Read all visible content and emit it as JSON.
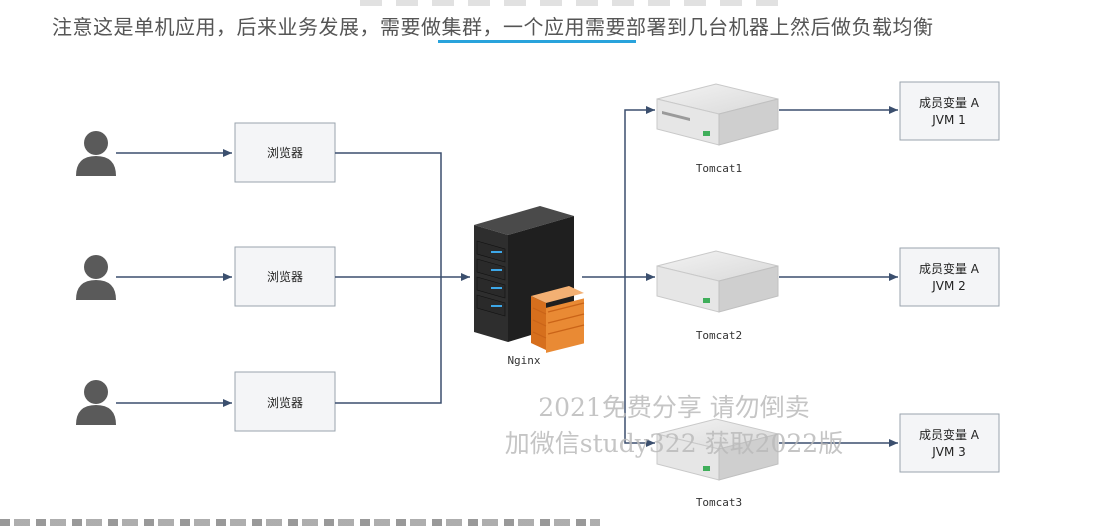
{
  "note": {
    "text": "注意这是单机应用，后来业务发展，需要做集群，一个应用需要部署到几台机器上然后做负载均衡"
  },
  "browsers": [
    {
      "label": "浏览器"
    },
    {
      "label": "浏览器"
    },
    {
      "label": "浏览器"
    }
  ],
  "nginx": {
    "label": "Nginx"
  },
  "tomcats": [
    {
      "label": "Tomcat1"
    },
    {
      "label": "Tomcat2"
    },
    {
      "label": "Tomcat3"
    }
  ],
  "jvms": [
    {
      "line1": "成员变量 A",
      "line2": "JVM 1"
    },
    {
      "line1": "成员变量 A",
      "line2": "JVM 2"
    },
    {
      "line1": "成员变量 A",
      "line2": "JVM 3"
    }
  ],
  "watermark": {
    "line1": "2021免费分享 请勿倒卖",
    "line2": "加微信study322 获取2022版"
  },
  "colors": {
    "arrow": "#3b4f6e",
    "box_border": "#9aa3ad",
    "box_fill": "#f4f5f7",
    "user_icon": "#5a5a5a",
    "underline": "#29a3dc"
  }
}
